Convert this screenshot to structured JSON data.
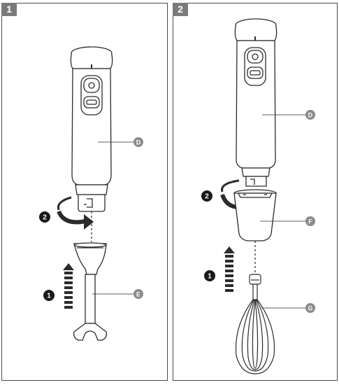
{
  "panels": [
    {
      "number": "1",
      "callouts": [
        "D",
        "E"
      ],
      "steps": [
        "2",
        "1"
      ]
    },
    {
      "number": "2",
      "callouts": [
        "D",
        "F",
        "G"
      ],
      "steps": [
        "2",
        "1"
      ]
    }
  ],
  "colors": {
    "line": "#2b2b2b",
    "callout": "#8a8a8a",
    "tab": "#7a7a7a"
  }
}
